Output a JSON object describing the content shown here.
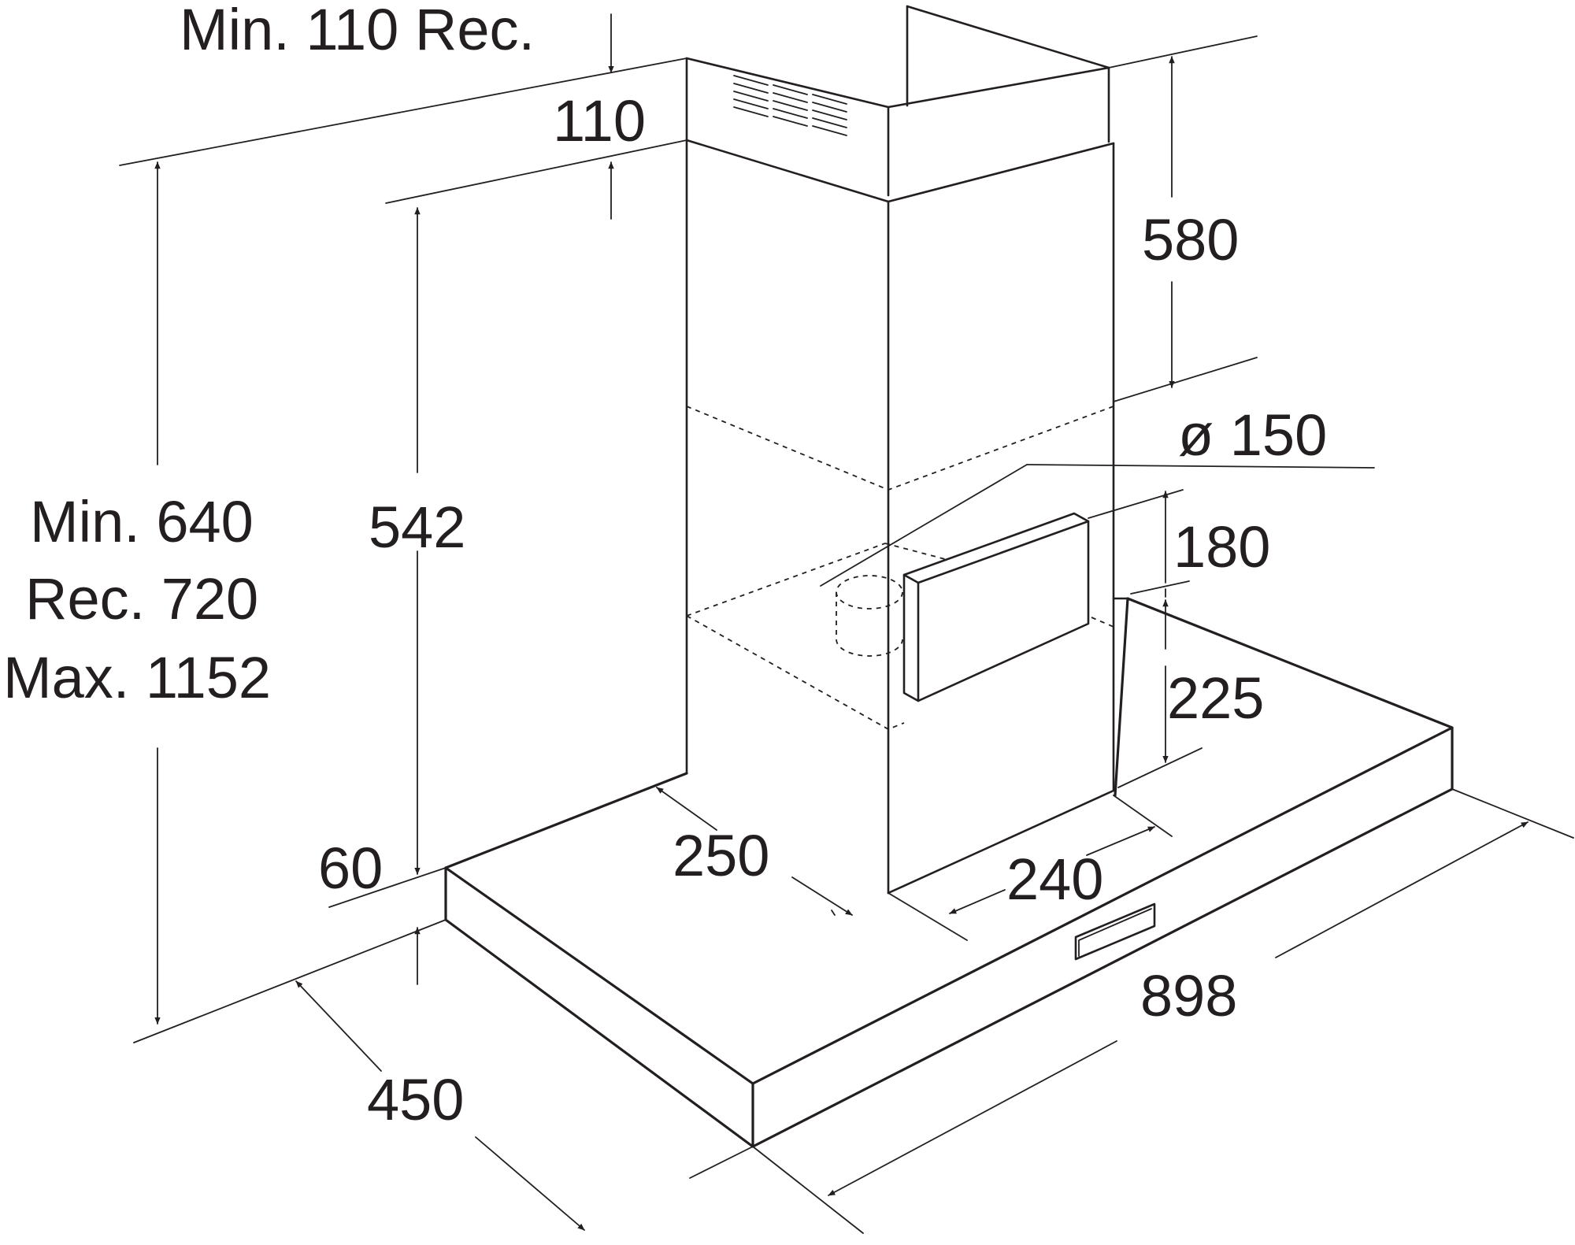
{
  "labels": {
    "min_110_rec": "Min. 110 Rec.",
    "d110": "110",
    "d580": "580",
    "d150": "ø 150",
    "d180": "180",
    "d225": "225",
    "d542": "542",
    "min640": "Min. 640",
    "rec720": "Rec. 720",
    "max1152": "Max. 1152",
    "d60": "60",
    "d250": "250",
    "d240": "240",
    "d898": "898",
    "d450": "450"
  },
  "colors": {
    "line": "#231f20",
    "background": "#ffffff"
  }
}
